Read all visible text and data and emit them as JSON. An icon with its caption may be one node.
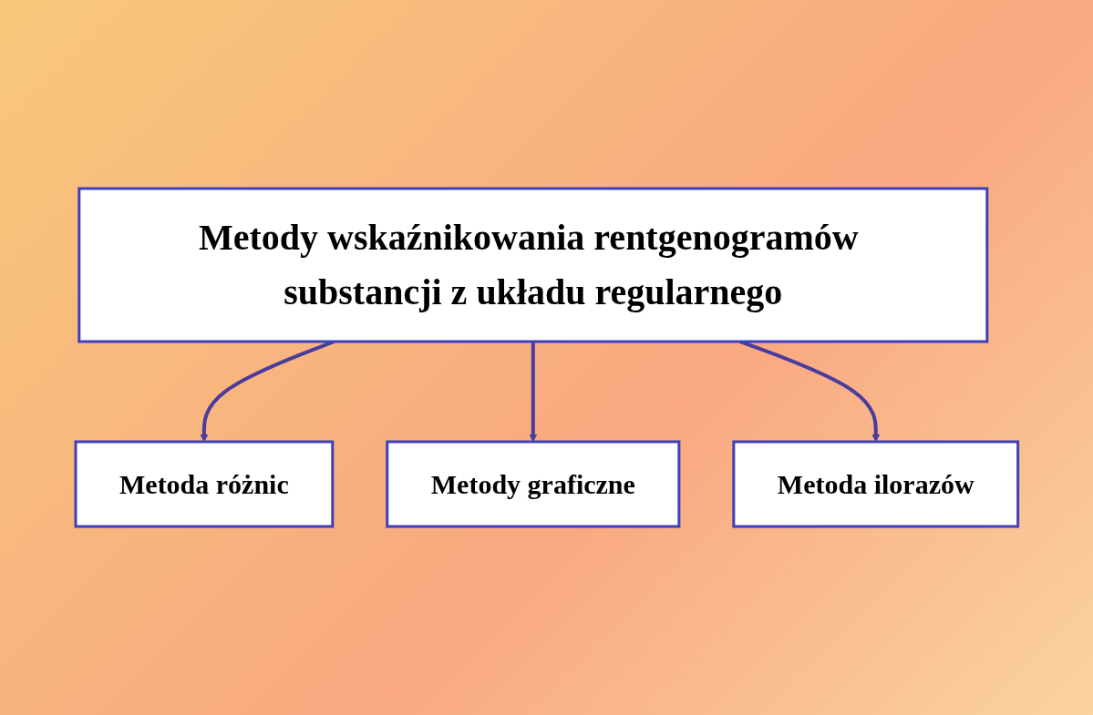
{
  "diagram": {
    "nodes": [
      {
        "text": [
          "Metody wskaźnikowania rentgenogramów substancji z układu regularnego"
        ]
      },
      {
        "text": [
          "Metoda różnic"
        ]
      },
      {
        "text": [
          "Metoda ilorazów"
        ]
      },
      {
        "text": [
          "Metody graficzne"
        ]
      }
    ],
    "edges": [
      {
        "from": 0,
        "to": 1,
        "arrow": "to"
      },
      {
        "from": 0,
        "to": 3,
        "arrow": "to"
      },
      {
        "from": 0,
        "to": 2,
        "arrow": "to"
      }
    ]
  }
}
